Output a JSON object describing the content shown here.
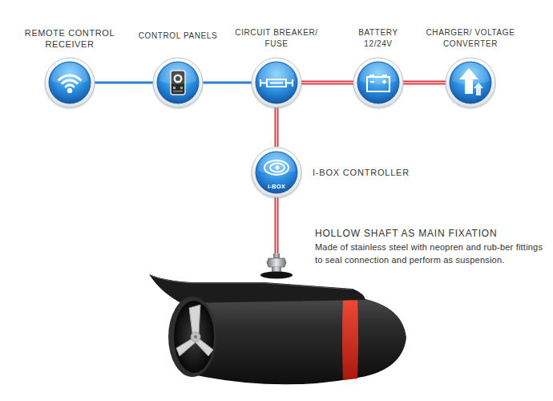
{
  "diagram": {
    "nodes": [
      {
        "text": [
          "REMOTE CONTROL RECEIVER"
        ]
      },
      {
        "text": [
          "CONTROL PANELS"
        ]
      },
      {
        "text": [
          "CIRCUIT BREAKER/ FUSE"
        ]
      },
      {
        "text": [
          "BATTERY 12/24V"
        ]
      },
      {
        "text": [
          "CHARGER/ VOLTAGE CONVERTER"
        ]
      },
      {
        "text": [
          "I-BOX CONTROLLER",
          "i-BOX"
        ]
      },
      {
        "text": [
          "HOLLOW SHAFT AS MAIN FIXATION",
          "Made of stainless steel with neopren and rub-ber fittings to seal connection and perform as suspension."
        ]
      }
    ],
    "edges": [
      {
        "from": 0,
        "to": 1,
        "arrow": "none"
      },
      {
        "from": 1,
        "to": 2,
        "arrow": "none"
      },
      {
        "from": 2,
        "to": 3,
        "arrow": "none"
      },
      {
        "from": 3,
        "to": 4,
        "arrow": "none"
      },
      {
        "from": 2,
        "to": 5,
        "arrow": "none"
      },
      {
        "from": 5,
        "to": 6,
        "arrow": "none"
      }
    ]
  }
}
